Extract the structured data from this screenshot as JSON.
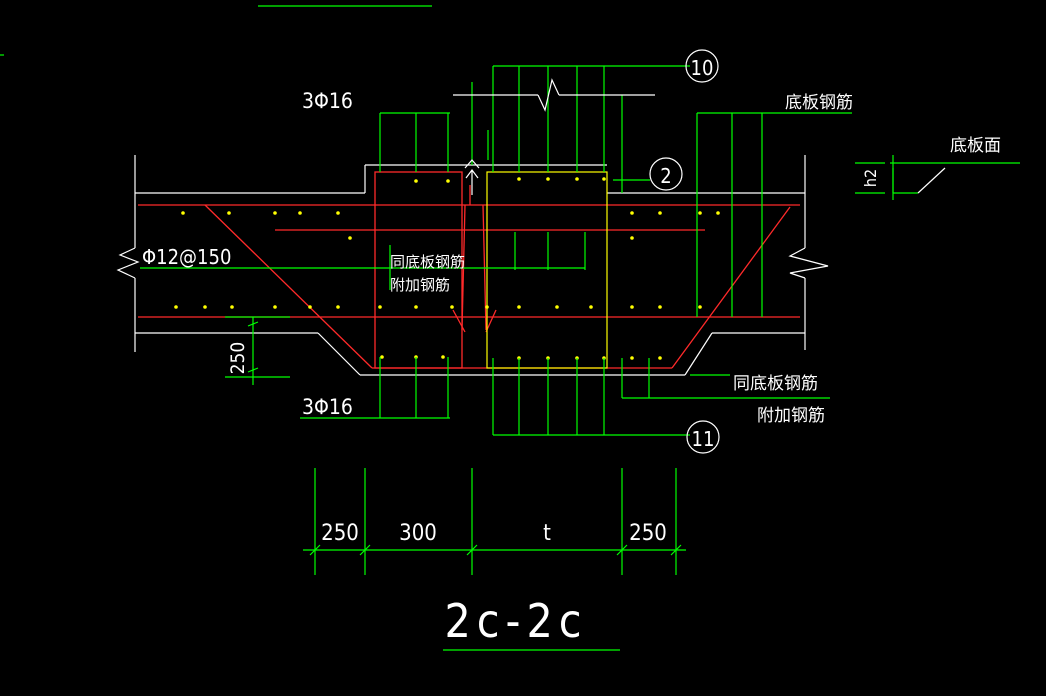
{
  "labels": {
    "top_rebar_left": "3Φ16",
    "bottom_rebar_left": "3Φ16",
    "distribution_rebar": "Φ12@150",
    "slab_rebar": "底板钢筋",
    "slab_surface": "底板面",
    "h2": "h2",
    "same_slab_rebar_mid_1": "同底板钢筋",
    "same_slab_rebar_mid_2": "附加钢筋",
    "same_slab_rebar_right_1": "同底板钢筋",
    "same_slab_rebar_right_2": "附加钢筋",
    "dim_250_left_vertical": "250",
    "section_title": "2c-2c"
  },
  "callouts": {
    "c10": "10",
    "c2": "2",
    "c11": "11"
  },
  "dimensions": [
    "250",
    "300",
    "t",
    "250"
  ],
  "colors": {
    "background": "#000000",
    "dimension_lines": "#00ff00",
    "concrete_outline": "#ffffff",
    "rebar": "#ff2a2a",
    "column_section": "#ffff00",
    "text": "#ffffff"
  }
}
